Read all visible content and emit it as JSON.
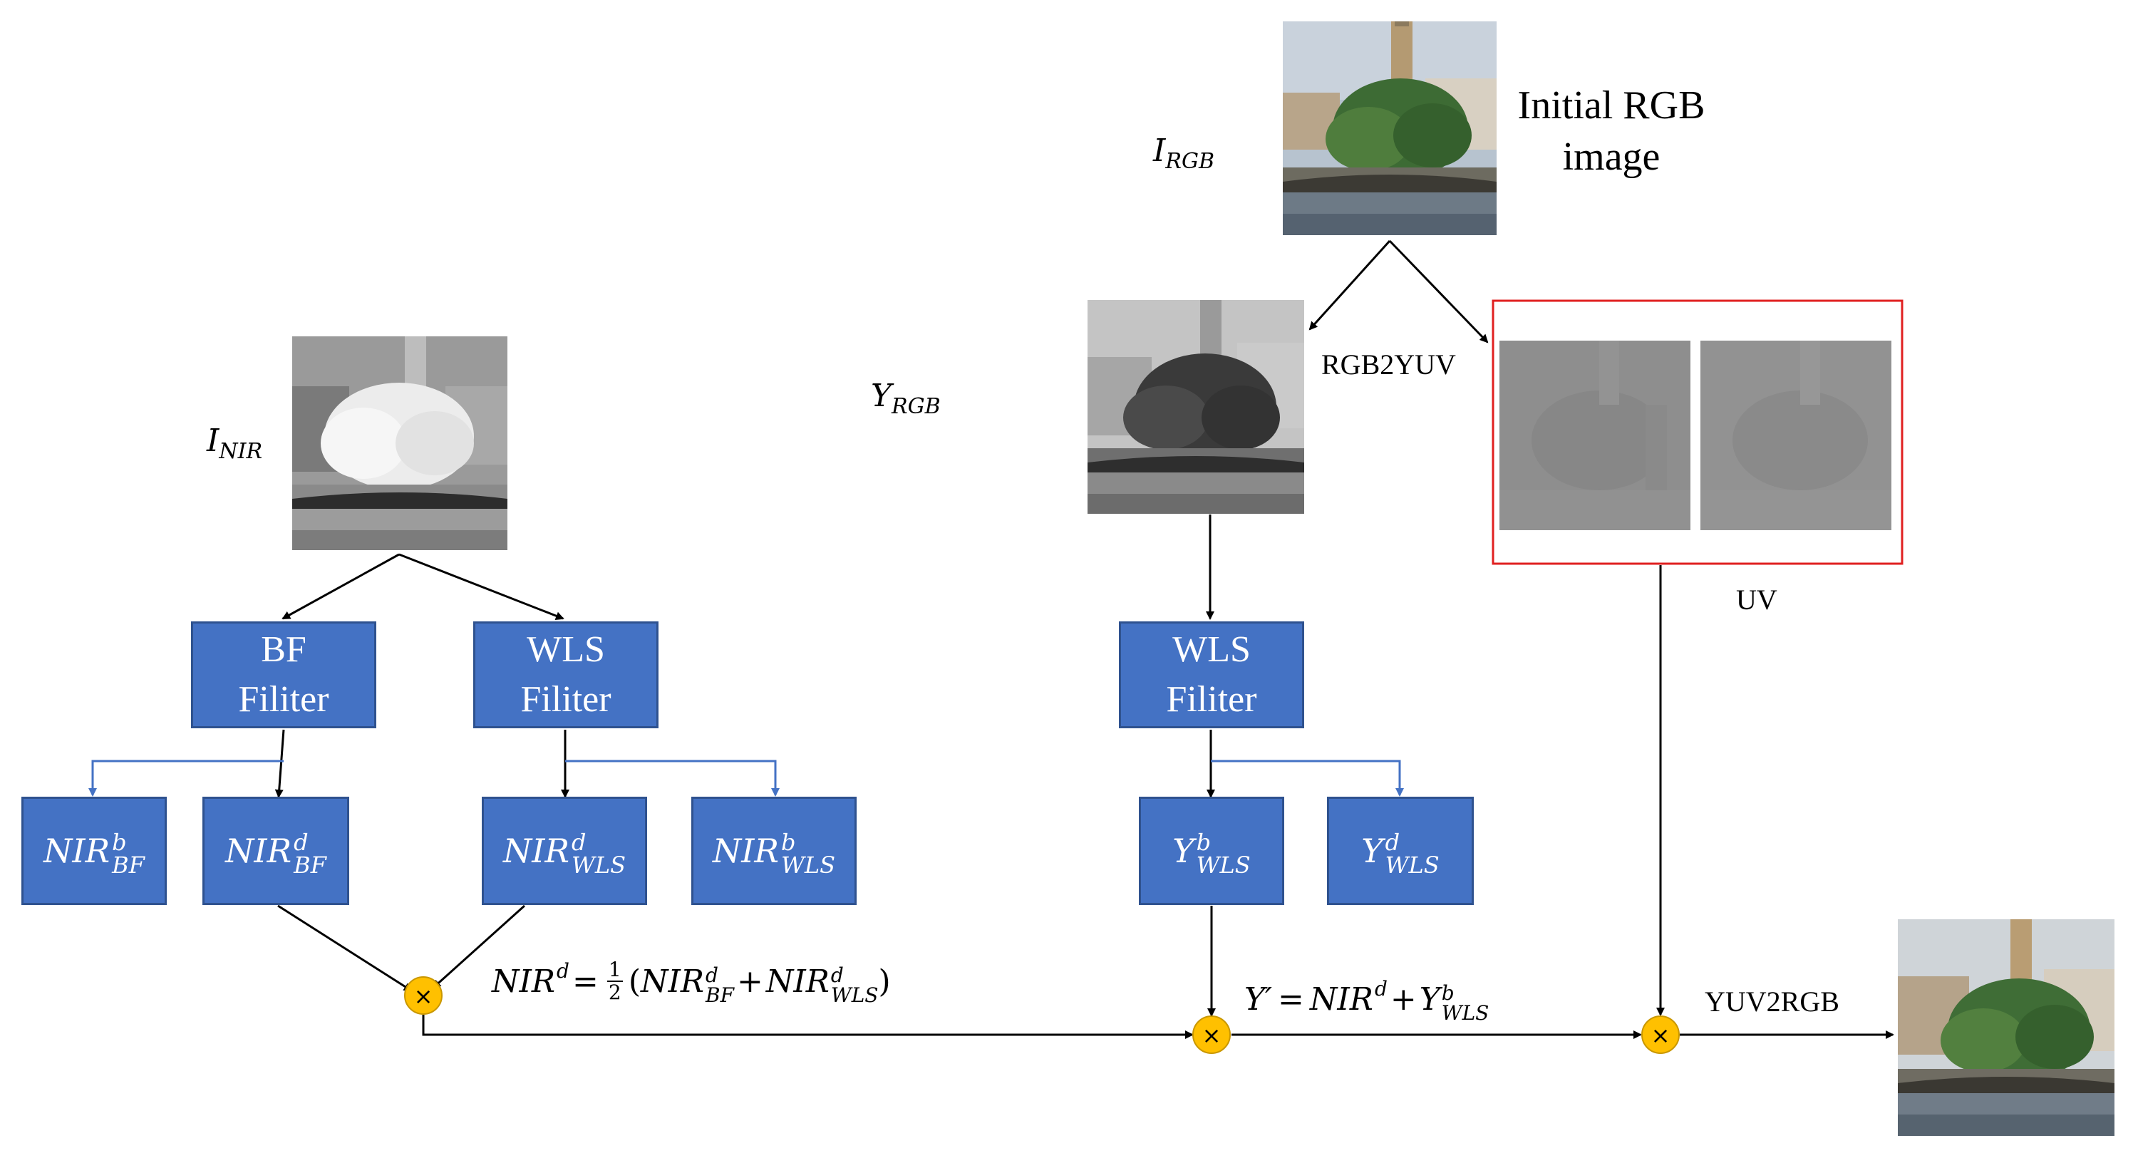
{
  "labels": {
    "initial_rgb_line1": "Initial RGB",
    "initial_rgb_line2": "image",
    "rgb2yuv": "RGB2YUV",
    "uv": "UV",
    "yuv2rgb": "YUV2RGB"
  },
  "symbols": {
    "i_rgb": {
      "base": "I",
      "sub": "RGB"
    },
    "y_rgb": {
      "base": "Y",
      "sub": "RGB"
    },
    "i_nir": {
      "base": "I",
      "sub": "NIR"
    }
  },
  "filters": {
    "bf": {
      "line1": "BF",
      "line2": "Filiter"
    },
    "wls_nir": {
      "line1": "WLS",
      "line2": "Filiter"
    },
    "wls_y": {
      "line1": "WLS",
      "line2": "Filiter"
    }
  },
  "components": {
    "nir_bf_b": {
      "base": "NIR",
      "sup": "b",
      "sub": "BF"
    },
    "nir_bf_d": {
      "base": "NIR",
      "sup": "d",
      "sub": "BF"
    },
    "nir_wls_d": {
      "base": "NIR",
      "sup": "d",
      "sub": "WLS"
    },
    "nir_wls_b": {
      "base": "NIR",
      "sup": "b",
      "sub": "WLS"
    },
    "y_wls_b": {
      "base": "Y",
      "sup": "b",
      "sub": "WLS"
    },
    "y_wls_d": {
      "base": "Y",
      "sup": "d",
      "sub": "WLS"
    }
  },
  "equations": {
    "nir_d": {
      "lhs": "NIR",
      "lhs_sup": "d",
      "eq": "=",
      "frac_num": "1",
      "frac_den": "2",
      "open": "(",
      "t1": "NIR",
      "t1_sup": "d",
      "t1_sub": "BF",
      "plus": "+",
      "t2": "NIR",
      "t2_sup": "d",
      "t2_sub": "WLS",
      "close": ")"
    },
    "y_prime": {
      "lhs": "Y′",
      "eq": "=",
      "t1": "NIR",
      "t1_sup": "d",
      "plus": "+",
      "t2": "Y",
      "t2_sup": "b",
      "t2_sub": "WLS"
    }
  },
  "operators": {
    "multiply_symbol": "×"
  },
  "colors": {
    "box_fill": "#4472c4",
    "box_border": "#2f528f",
    "blue_arrow": "#4472c4",
    "black_arrow": "#000000",
    "uv_frame": "#e02020",
    "operator_fill": "#ffc000"
  },
  "images": {
    "initial_rgb": "color photo of Paris scene with tower, tree, bridge and river",
    "y_rgb": "grayscale luminance of the same scene",
    "nir": "near-infrared grayscale scene with bright white foliage",
    "uv_u": "gray chroma U channel",
    "uv_v": "gray chroma V channel",
    "result": "fused color output image"
  }
}
